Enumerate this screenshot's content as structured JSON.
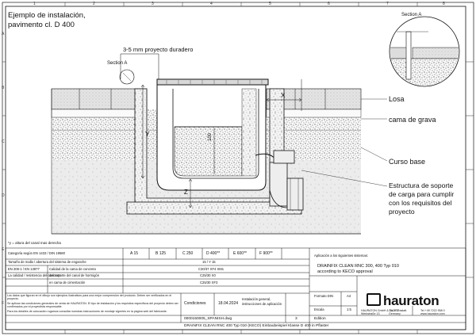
{
  "header": {
    "title_line1": "Ejemplo de instalación,",
    "title_line2": "pavimento cl. D 400"
  },
  "labels": {
    "section_a_top": "Section A",
    "section_a_main": "Section A",
    "proyecto_note": "3-5 mm proyecto duradero",
    "dim_x": "X",
    "dim_y": "Y",
    "dim_z": "Z",
    "dim_100": "100",
    "losa": "Losa",
    "grava": "cama de grava",
    "curso": "Curso base",
    "estructura_1": "Estructura de soporte",
    "estructura_2": "de carga para cumplir",
    "estructura_3": "con los requisitos del",
    "estructura_4": "proyecto",
    "footnote": "*y = altura del canal mas derecha"
  },
  "grid": {
    "top": [
      "1",
      "2",
      "3",
      "4",
      "5",
      "6",
      "7",
      "8"
    ],
    "side": [
      "A",
      "B",
      "C",
      "D",
      "E",
      "F"
    ]
  },
  "title_block": {
    "row1_label": "Categoría según EN 1433 / DIN 19580",
    "classes": [
      "A 15",
      "B 125",
      "C 250",
      "D 400**",
      "E 600**",
      "F 900**"
    ],
    "row2_label": "Tamaño de malla / abertura del sistema de enganche",
    "row2_value": "15 / Y 15",
    "row3_left": "EN 206-1 / EN 13877",
    "row3_mid": "Calidad de la cama de concreto",
    "row3_value": "C30/37 XF4 XM1",
    "row4_left": "La calidad / resistencia del concreto",
    "row4_mid": "del soporte del canal de hormigón",
    "row4_value": "C25/30 X0",
    "row5_mid": "en cama de cimentación",
    "row5_value": "C25/30 XF3",
    "aplicacion_label": "Aplicación a los siguientes sistemas:",
    "aplicacion_value1": "DRAINFIX CLEAN RNC 300, 400 Typ 010",
    "aplicacion_value2": "according to KECO approval",
    "disclaimer1": "Los datos que figuran en el dibujo son ejemplos ilustrativos para una mejor comprensión del producto. Deben ser verificados en el proyecto.",
    "disclaimer2": "Se aplican las condiciones generales de venta de HAURATON. El tipo de instalación y los requisitos especificos del proyecto deben ser confirmados por el proyectista responsable.",
    "disclaimer3": "Para los detalles de colocación rogamos consultar nuestras instrucciones de montaje vigentes en la página web del fabricante.",
    "condiciones_label": "Condiciones",
    "date": "18.04.2024",
    "instalacion_value1": "Instalación general,",
    "instalacion_value2": "instrucciones de aplicación",
    "drawing_number": "0000150005_SPANISH.dwg",
    "sheet": "3",
    "sheet_name": "Edition",
    "formato_label": "Formato DIN",
    "formato_value": "A4",
    "escala_label": "Escala",
    "escala_value": "1:5",
    "logo_text": "hauraton",
    "address1": "HAURATON GmbH & Co. KG",
    "address2": "Werkstraße 13",
    "address3": "76437 Rastatt",
    "address4": "Germany",
    "phone": "Tel +49 7222 958 0",
    "web": "www.hauraton.com",
    "bottom_title": "DRAINFIX CLEAN RNC 400 Typ 010 (KECO) Einbaubeispiel Klasse D 400 in Pflaster"
  },
  "colors": {
    "line": "#111111",
    "concrete_fill": "#f2f2f2",
    "gravel_fill": "#e6e6e6",
    "soil_fill": "#dcdcdc",
    "pipe_fill": "#e8e8e8"
  }
}
